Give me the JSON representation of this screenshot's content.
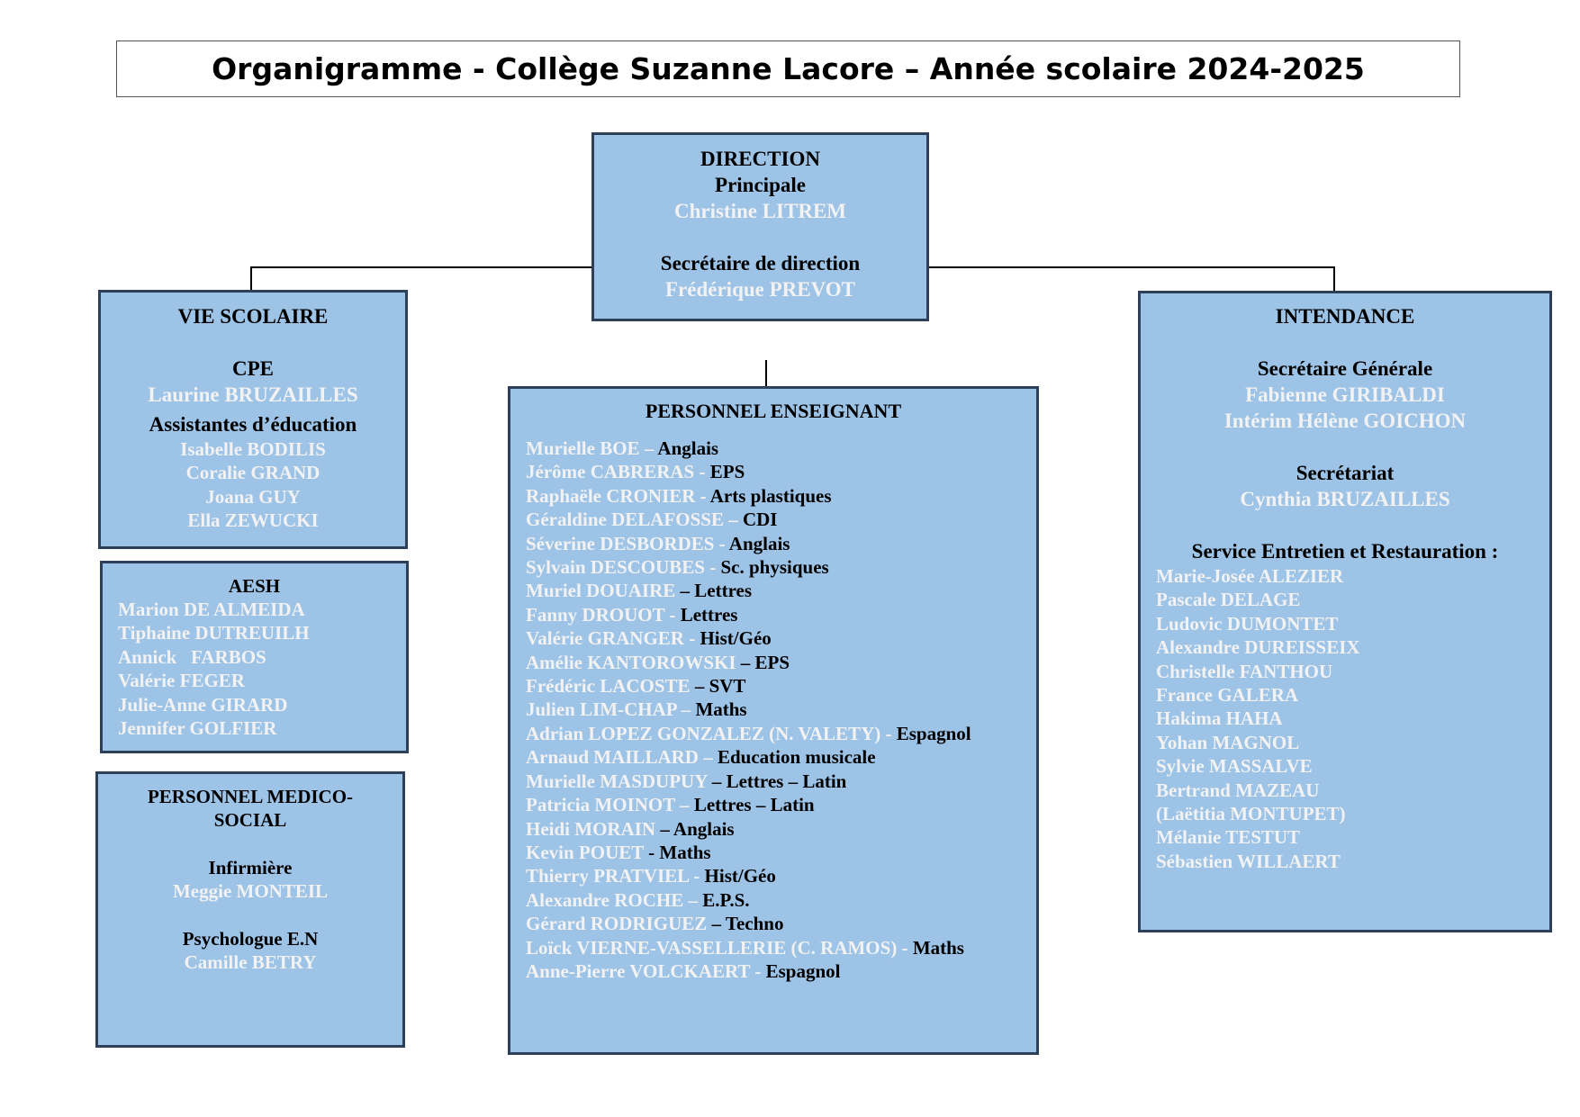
{
  "title": "Organigramme - Collège Suzanne Lacore – Année scolaire 2024-2025",
  "direction": {
    "heading": "DIRECTION",
    "principal_role": "Principale",
    "principal_name": "Christine LITREM",
    "secretary_role": "Secrétaire de direction",
    "secretary_name": "Frédérique PREVOT"
  },
  "vie_scolaire": {
    "heading": "VIE SCOLAIRE",
    "cpe_role": "CPE",
    "cpe_name": "Laurine BRUZAILLES",
    "assistants_role": "Assistantes d’éducation",
    "assistants": [
      "Isabelle BODILIS",
      "Coralie GRAND",
      "Joana GUY",
      "Ella ZEWUCKI"
    ]
  },
  "aesh": {
    "heading": "AESH",
    "members": [
      "Marion DE ALMEIDA",
      "Tiphaine DUTREUILH",
      "Annick   FARBOS",
      "Valérie FEGER",
      "Julie-Anne GIRARD",
      "Jennifer GOLFIER"
    ]
  },
  "medico_social": {
    "heading_line1": "PERSONNEL MEDICO-",
    "heading_line2": "SOCIAL",
    "nurse_role": "Infirmière",
    "nurse_name": "Meggie MONTEIL",
    "psy_role": "Psychologue E.N",
    "psy_name": "Camille BETRY"
  },
  "enseignants": {
    "heading": "PERSONNEL ENSEIGNANT",
    "members": [
      {
        "name": "Murielle BOE –",
        "subject": " Anglais"
      },
      {
        "name": "Jérôme CABRERAS -",
        "subject": " EPS"
      },
      {
        "name": "Raphaële CRONIER -",
        "subject": " Arts plastiques"
      },
      {
        "name": "Géraldine DELAFOSSE –",
        "subject": " CDI"
      },
      {
        "name": "Séverine DESBORDES -",
        "subject": " Anglais"
      },
      {
        "name": "Sylvain DESCOUBES -",
        "subject": " Sc. physiques"
      },
      {
        "name": "Muriel DOUAIRE",
        "subject": " – Lettres"
      },
      {
        "name": "Fanny DROUOT -",
        "subject": " Lettres"
      },
      {
        "name": "Valérie GRANGER -",
        "subject": " Hist/Géo"
      },
      {
        "name": "Amélie KANTOROWSKI",
        "subject": " – EPS"
      },
      {
        "name": "Frédéric LACOSTE",
        "subject": " – SVT"
      },
      {
        "name": "Julien LIM-CHAP –",
        "subject": " Maths"
      },
      {
        "name": "Adrian LOPEZ GONZALEZ (N. VALETY) -",
        "subject": " Espagnol"
      },
      {
        "name": "Arnaud MAILLARD –",
        "subject": " Education musicale"
      },
      {
        "name": "Murielle MASDUPUY",
        "subject": " – Lettres – Latin"
      },
      {
        "name": "Patricia MOINOT –",
        "subject": " Lettres – Latin"
      },
      {
        "name": "Heidi MORAIN",
        "subject": " – Anglais"
      },
      {
        "name": "Kevin POUET",
        "subject": " - Maths"
      },
      {
        "name": "Thierry PRATVIEL -",
        "subject": " Hist/Géo"
      },
      {
        "name": "Alexandre ROCHE –",
        "subject": " E.P.S."
      },
      {
        "name": "Gérard RODRIGUEZ",
        "subject": " – Techno"
      },
      {
        "name": "Loïck VIERNE-VASSELLERIE (C. RAMOS) -",
        "subject": " Maths"
      },
      {
        "name": "Anne-Pierre VOLCKAERT -",
        "subject": " Espagnol"
      }
    ]
  },
  "intendance": {
    "heading": "INTENDANCE",
    "sg_role": "Secrétaire Générale",
    "sg_name": "Fabienne GIRIBALDI",
    "sg_interim": "Intérim Hélène GOICHON",
    "secretariat_role": "Secrétariat",
    "secretariat_name": "Cynthia BRUZAILLES",
    "service_role": "Service Entretien et Restauration :",
    "service_members": [
      "Marie-Josée ALEZIER",
      "Pascale DELAGE",
      "Ludovic DUMONTET",
      "Alexandre DUREISSEIX",
      "Christelle FANTHOU",
      "France GALERA",
      "Hakima HAHA",
      "Yohan MAGNOL",
      "Sylvie MASSALVE",
      "Bertrand MAZEAU",
      "(Laëtitia MONTUPET)",
      "Mélanie TESTUT",
      "Sébastien WILLAERT"
    ]
  }
}
